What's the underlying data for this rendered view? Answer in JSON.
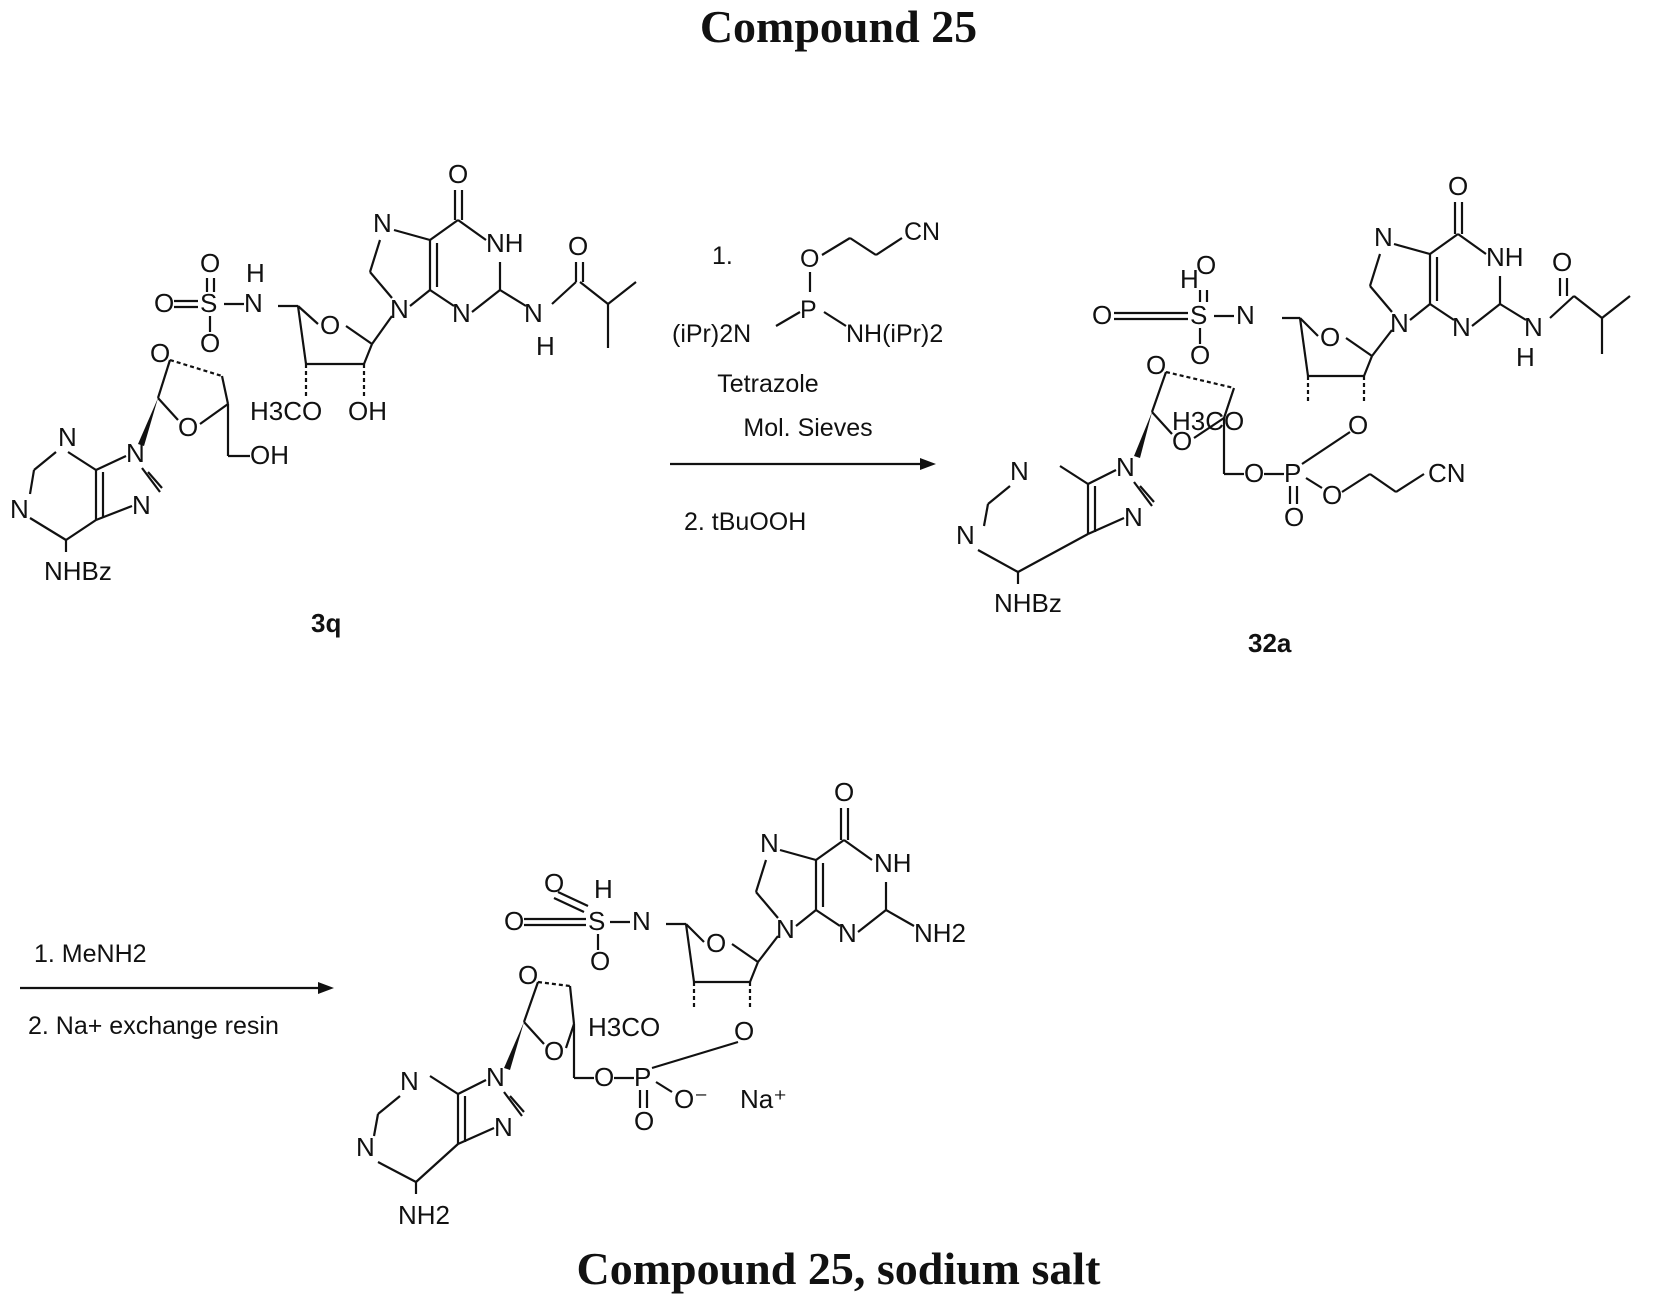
{
  "titles": {
    "top": "Compound 25",
    "bottom": "Compound 25, sodium salt"
  },
  "compounds": {
    "start": "3q",
    "intermediate": "32a"
  },
  "reaction_1": {
    "step1_number": "1.",
    "reagent_top_group": "CN",
    "reagent_left_group": "(iPr)2N",
    "reagent_right_group": "NH(iPr)2",
    "reagent_P": "P",
    "reagent_O": "O",
    "conditions_1": "Tetrazole",
    "conditions_2": "Mol. Sieves",
    "step2": "2. tBuOOH"
  },
  "reaction_2": {
    "step1": "1. MeNH2",
    "step2": "2. Na+ exchange resin"
  },
  "atom_labels": {
    "O": "O",
    "NH": "NH",
    "N": "N",
    "H": "H",
    "S": "S",
    "OH": "OH",
    "H3CO": "H3CO",
    "NHBz": "NHBz",
    "NH2": "NH2",
    "P": "P",
    "CN": "CN",
    "O_minus": "O⁻",
    "Na_plus": "Na⁺"
  }
}
